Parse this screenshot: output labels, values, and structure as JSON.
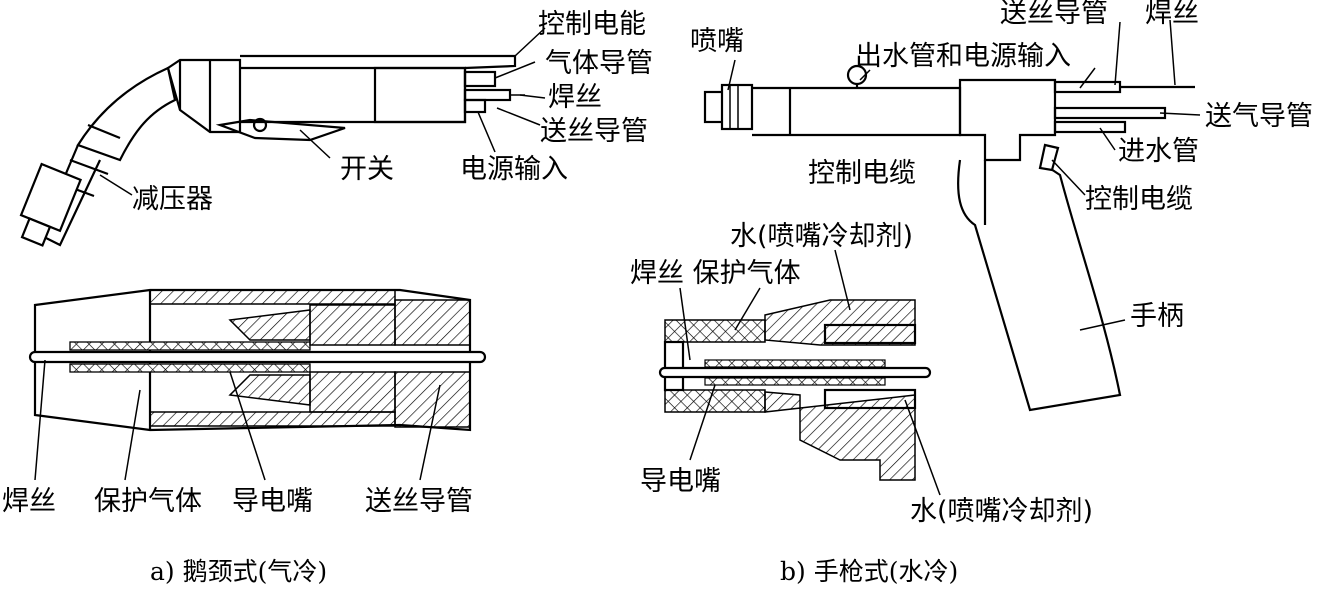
{
  "figure": {
    "panel_a": {
      "caption": "a) 鹅颈式(气冷)",
      "top_labels": {
        "control_power": "控制电能",
        "gas_conduit": "气体导管",
        "wire": "焊丝",
        "wire_feed_tube": "送丝导管",
        "power_input": "电源输入",
        "switch": "开关",
        "reducer": "减压器"
      },
      "section_labels": {
        "wire": "焊丝",
        "shield_gas": "保护气体",
        "contact_tip": "导电嘴",
        "wire_feed_tube": "送丝导管"
      }
    },
    "panel_b": {
      "caption": "b) 手枪式(水冷)",
      "top_labels": {
        "nozzle": "喷嘴",
        "water_out_power": "出水管和电源输入",
        "wire_feed_tube": "送丝导管",
        "wire": "焊丝",
        "gas_tube": "送气导管",
        "water_in": "进水管",
        "control_cable_left": "控制电缆",
        "control_cable_right": "控制电缆",
        "handle": "手柄"
      },
      "section_labels": {
        "water_top": "水(喷嘴冷却剂)",
        "wire_shield_gas": "焊丝 保护气体",
        "contact_tip": "导电嘴",
        "water_bottom": "水(喷嘴冷却剂)"
      }
    }
  }
}
